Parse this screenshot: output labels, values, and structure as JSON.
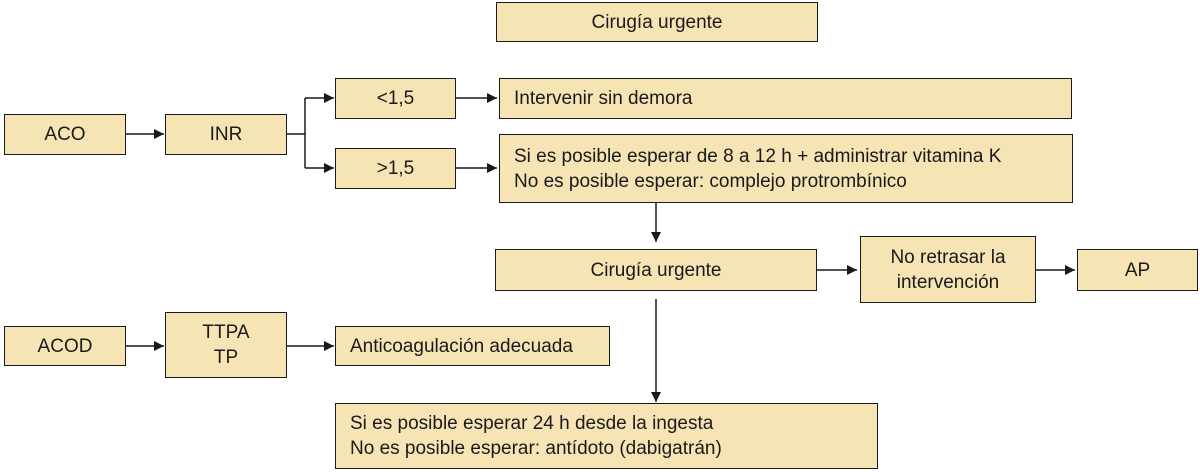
{
  "colors": {
    "box_fill": "#f7e4b5",
    "line": "#1a1a1a"
  },
  "nodes": {
    "top_title": {
      "lines": [
        "Cirugía urgente"
      ]
    },
    "aco": {
      "lines": [
        "ACO"
      ]
    },
    "inr": {
      "lines": [
        "INR"
      ]
    },
    "inr_low": {
      "lines": [
        "<1,5"
      ]
    },
    "inr_high": {
      "lines": [
        ">1,5"
      ]
    },
    "proceed_now": {
      "lines": [
        "Intervenir sin demora"
      ]
    },
    "vitamin_k": {
      "lines": [
        "Si es posible esperar de 8 a 12 h + administrar vitamina K",
        "No es posible esperar: complejo protrombínico"
      ]
    },
    "urgent_surgery": {
      "lines": [
        "Cirugía urgente"
      ]
    },
    "no_delay": {
      "lines": [
        "No retrasar la",
        "intervención"
      ]
    },
    "ap": {
      "lines": [
        "AP"
      ]
    },
    "acod": {
      "lines": [
        "ACOD"
      ]
    },
    "ttpa_tp": {
      "lines": [
        "TTPA",
        "TP"
      ]
    },
    "adequate": {
      "lines": [
        "Anticoagulación adecuada"
      ]
    },
    "wait_24h": {
      "lines": [
        "Si es posible esperar 24 h desde la ingesta",
        "No es posible esperar: antídoto (dabigatrán)"
      ]
    }
  }
}
